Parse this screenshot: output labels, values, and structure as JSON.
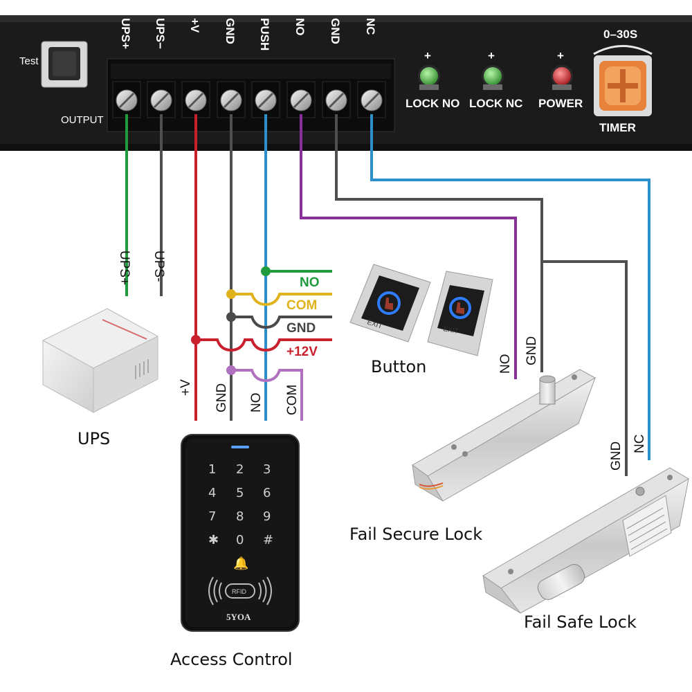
{
  "controller": {
    "test_label": "Test",
    "output_label": "OUTPUT",
    "terminals": [
      "UPS+",
      "UPS−",
      "+V",
      "GND",
      "PUSH",
      "NO",
      "GND",
      "NC"
    ],
    "leds": [
      {
        "plus": "+",
        "label": "LOCK NO",
        "color": "#3fae3a"
      },
      {
        "plus": "+",
        "label": "LOCK NC",
        "color": "#3fae3a"
      },
      {
        "plus": "+",
        "label": "POWER",
        "color": "#d8262c"
      }
    ],
    "timer_range": "0–30S",
    "timer_label": "TIMER"
  },
  "wire_labels": {
    "ups_plus": "UPS+",
    "ups_minus": "UPS-",
    "keypad_v": "+V",
    "keypad_gnd": "GND",
    "keypad_no": "NO",
    "keypad_com": "COM",
    "lock_no": "NO",
    "lock_gnd": "GND",
    "safe_gnd": "GND",
    "safe_nc": "NC"
  },
  "bus_labels": {
    "no": "NO",
    "com": "COM",
    "gnd": "GND",
    "v12": "+12V"
  },
  "bus_colors": {
    "no": "#1f9a3c",
    "com": "#e0b21c",
    "gnd": "#4a4a4a",
    "v12": "#c9202e"
  },
  "wire_colors": {
    "green": "#1f9a3c",
    "gray": "#4f4f4f",
    "red": "#c9202e",
    "blue": "#2b8fc9",
    "purple": "#8a2f9a",
    "violet": "#b070c0",
    "yellow": "#e0b21c"
  },
  "captions": {
    "ups": "UPS",
    "button": "Button",
    "fail_secure": "Fail Secure Lock",
    "fail_safe": "Fail Safe Lock",
    "access_control": "Access Control"
  },
  "button": {
    "exit_label": "EXIT"
  },
  "keypad": {
    "keys": [
      "1",
      "2",
      "3",
      "4",
      "5",
      "6",
      "7",
      "8",
      "9",
      "✱",
      "0",
      "#"
    ],
    "bell": "🔔",
    "rfid": "RFID",
    "brand": "5YOA"
  }
}
